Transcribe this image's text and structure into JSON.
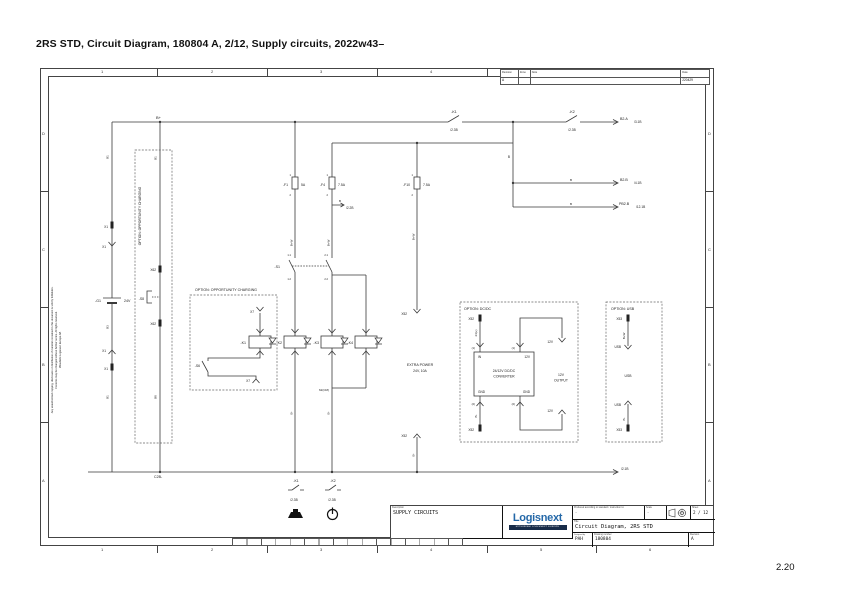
{
  "page": {
    "header": "2RS STD, Circuit Diagram, 180804 A, 2/12, Supply circuits, 2022w43–",
    "page_number": "2.20"
  },
  "frame": {
    "columns": [
      "1",
      "2",
      "3",
      "4",
      "5",
      "6"
    ],
    "rows": [
      "D",
      "C",
      "B",
      "A"
    ]
  },
  "revision_table": {
    "headers": {
      "revision": "Revision",
      "zone": "Zone",
      "note": "Note",
      "date": "Date"
    },
    "row": {
      "revision": "A",
      "zone": "",
      "note": "",
      "date": "220429"
    }
  },
  "title_block": {
    "description_label": "Description",
    "description": "SUPPLY CIRCUITS",
    "logo_text": "Logisnext",
    "logo_subtext": "MITSUBISHI LOGISNEXT EUROPE",
    "standard_label": "Produced according to standard / instruction to:",
    "standard_value": "-",
    "scale_label": "Scale",
    "scale_value": "-",
    "sheet_label": "Sheet",
    "sheet_value": "2 / 12",
    "title_label": "Title",
    "title": "Circuit Diagram, 2RS STD",
    "designed_by_label": "Designed by",
    "designed_by": "PAH",
    "drawing_number_label": "Drawing number",
    "drawing_number": "180804",
    "revision_label": "Revision",
    "revision": "A"
  },
  "circuit": {
    "bus": {
      "bplus": "B+",
      "junction_wire": "B",
      "bottom_label": "C2B-",
      "bottom_ref": "/2.1B"
    },
    "top_contacts": [
      {
        "label": "-K1",
        "ref": "/2.3B"
      },
      {
        "label": "-K2",
        "ref": "/2.3B"
      }
    ],
    "cross_refs": [
      {
        "name": "B2.A",
        "ref": "/3.1B",
        "wire": ""
      },
      {
        "name": "B2.B",
        "ref": "/4.1B",
        "wire": "B"
      },
      {
        "name": "PB2.B",
        "ref": "/12.1B",
        "wire": "B"
      }
    ],
    "branch_ref": {
      "wire": "B",
      "ref": "/2.2B"
    },
    "battery": {
      "label": "-G1",
      "voltage": "24V",
      "connector": "X1",
      "wire_top": "B1",
      "wire_mid": "B3",
      "wire_bottom": "B1"
    },
    "left_option": {
      "title": "OPTION: OPPORTUNITY CHARGING",
      "wire_top": "B1",
      "connector": "X62",
      "switch": "-S8",
      "wire_bottom": "B8"
    },
    "charging_option": {
      "title": "OPTION: OPPORTUNITY CHARGING",
      "connector": "X7",
      "relay": "-K1",
      "switch": "-S6"
    },
    "fuses": [
      {
        "label": "-F1",
        "rating": "5A",
        "t1": "1",
        "t2": "2"
      },
      {
        "label": "-F4",
        "rating": "7.5A",
        "t1": "1",
        "t2": "2"
      },
      {
        "label": "-F10",
        "rating": "7.5A",
        "t1": "1",
        "t2": "2"
      }
    ],
    "key_switch": {
      "label": "-S1",
      "t11": "1.1",
      "t12": "1.2",
      "t21": "2.1",
      "t22": "2.2"
    },
    "coils": [
      {
        "label": "-K2"
      },
      {
        "label": "-K3"
      },
      {
        "label": "-K4"
      }
    ],
    "wires": {
      "bpw": "B+W",
      "bminus": "B-"
    },
    "cm_label": "62(CM)",
    "extra_power": {
      "line1": "EXTRA POWER",
      "line2": "24V, 10A",
      "connector": "X52"
    },
    "dcdc": {
      "title": "OPTION: DC/DC",
      "connector": "X52",
      "wire_in": "24(+)",
      "pin1": "(1)",
      "pin2": "(2)",
      "term_in": "IN",
      "term_out": "12V",
      "term_gnd": "GND",
      "name1": "24/12V DC/DC",
      "name2": "CONVERTER",
      "socket": "12V",
      "output1": "12V",
      "output2": "OUTPUT",
      "wire_gnd": "B-"
    },
    "usb": {
      "title": "OPTION: USB",
      "connector": "X53",
      "plug": "USB",
      "device": "USB",
      "wire_top": "B+W",
      "wire_bottom": "B-"
    },
    "bottom_contacts": [
      {
        "label": "-K1",
        "ref": "/2.3B"
      },
      {
        "label": "-K2",
        "ref": "/2.3B"
      }
    ],
    "disclaimer1": "Any unauthorized copying, disclosure or distribution of material contained in this document is strictly forbidden.",
    "disclaimer2": "Contents may be changed without further notice. All rights reserved.",
    "disclaimer3": "Mitsubishi Logisnext Europe AB"
  }
}
